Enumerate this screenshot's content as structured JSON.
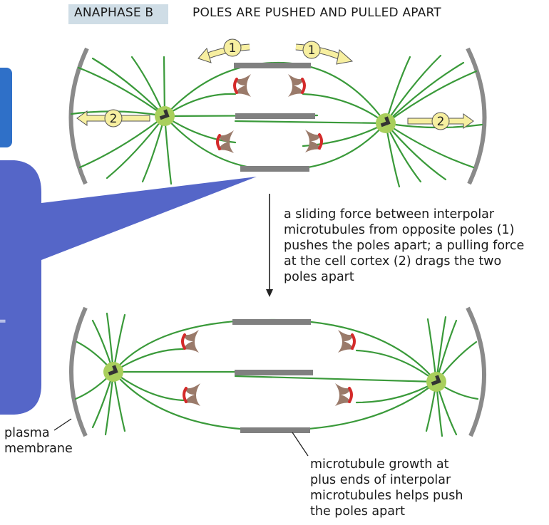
{
  "header": {
    "phase_label": "ANAPHASE B",
    "title": "POLES ARE PUSHED AND PULLED APART"
  },
  "arrow_labels": {
    "sliding": "1",
    "pulling": "2"
  },
  "captions": {
    "mechanism": [
      "a sliding force between interpolar",
      "microtubules from opposite poles (1)",
      "pushes the poles apart; a pulling force",
      "at the cell cortex (2) drags the two",
      "poles apart"
    ],
    "plasma_membrane": [
      "plasma",
      "membrane"
    ],
    "growth": [
      "microtubule growth at",
      "plus ends of interpolar",
      "microtubules helps push",
      "the poles apart"
    ]
  },
  "colors": {
    "microtubule": "#3a9a3a",
    "centrosome": "#a9cf5c",
    "membrane": "#8a8a8a",
    "overlap_bar": "#808080",
    "chromosome": "#9a7a6a",
    "kinetochore": "#d42a2a",
    "arrow_fill": "#f7efa0",
    "callout_blue": "#5566c8",
    "header_bg": "#cfdde6"
  }
}
